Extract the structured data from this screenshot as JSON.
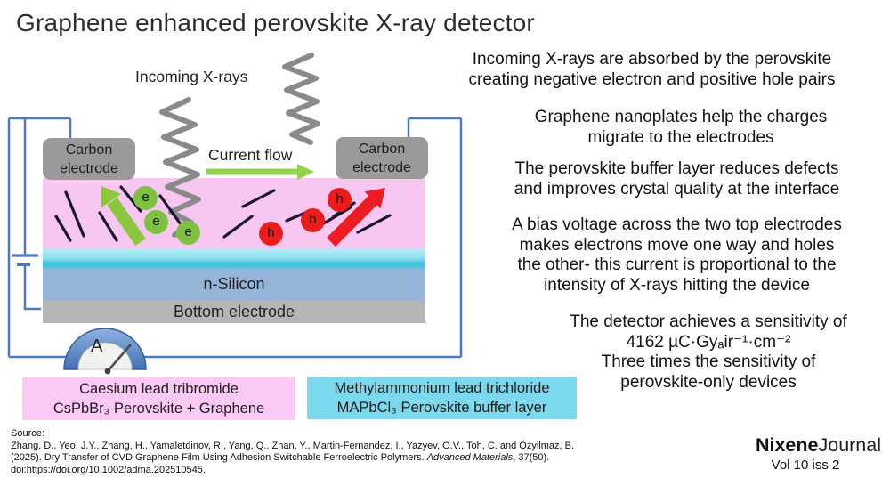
{
  "title": "Graphene enhanced perovskite X-ray detector",
  "diagram": {
    "incoming_xrays_label": "Incoming X-rays",
    "current_flow_label": "Current flow",
    "left_electrode": {
      "line1": "Carbon",
      "line2": "electrode"
    },
    "right_electrode": {
      "line1": "Carbon",
      "line2": "electrode"
    },
    "n_silicon_label": "n-Silicon",
    "bottom_electrode_label": "Bottom electrode",
    "electron_label": "e",
    "hole_label": "h",
    "ammeter_label": "A",
    "colors": {
      "perovskite_layer": "#f8c7f1",
      "buffer_layer": "#3fc0da",
      "n_silicon_layer": "#94b4da",
      "electrode_gray": "#9a9a9a",
      "wire_blue": "#4a7bbf",
      "electron_green": "#7ec141",
      "hole_red": "#ec1c1c",
      "current_arrow_green": "#92d050",
      "xray_gray": "#8a8a8a"
    }
  },
  "legend": {
    "perovskite_box": {
      "line1": "Caesium lead tribromide",
      "line2": "CsPbBr₃ Perovskite + Graphene",
      "color": "#fbc9f4"
    },
    "buffer_box": {
      "line1": "Methylammonium lead trichloride",
      "line2": "MAPbCl₃ Perovskite buffer layer",
      "color": "#7cd8ec"
    }
  },
  "right_column": {
    "p1": {
      "lines": [
        "Incoming X-rays are absorbed by the perovskite",
        "creating  negative electron and positive hole pairs"
      ]
    },
    "p2": {
      "lines": [
        "Graphene nanoplates help the charges",
        "migrate to the electrodes"
      ]
    },
    "p3": {
      "lines": [
        "The perovskite buffer layer reduces defects",
        "and improves crystal quality at the interface"
      ]
    },
    "p4": {
      "lines": [
        "A bias voltage across the two top electrodes",
        "makes electrons move one way and holes",
        "the other- this current is proportional to the",
        "intensity of X-rays hitting the device"
      ]
    },
    "p5": {
      "lines": [
        "The detector achieves a sensitivity of",
        "4162 µC·Gyₐir⁻¹·cm⁻²",
        "Three times the sensitivity of",
        "perovskite-only devices"
      ]
    }
  },
  "source": {
    "heading": "Source:",
    "line2": "Zhang, D., Yeo, J.Y., Zhang, H., Yamaletdinov, R., Yang, Q., Zhan, Y., Martin-Fernandez, I., Yazyev, O.V., Toh, C. and Özyilmaz, B.",
    "line3_pre": "(2025). Dry Transfer of CVD Graphene Film Using Adhesion Switchable Ferroelectric Polymers. ",
    "line3_italic": "Advanced Materials",
    "line3_post": ", 37(50).",
    "line4": "doi:https://doi.org/10.1002/adma.202510545."
  },
  "journal": {
    "name_bold": "Nixene",
    "name_light": "Journal",
    "volume": "Vol 10  iss 2"
  }
}
